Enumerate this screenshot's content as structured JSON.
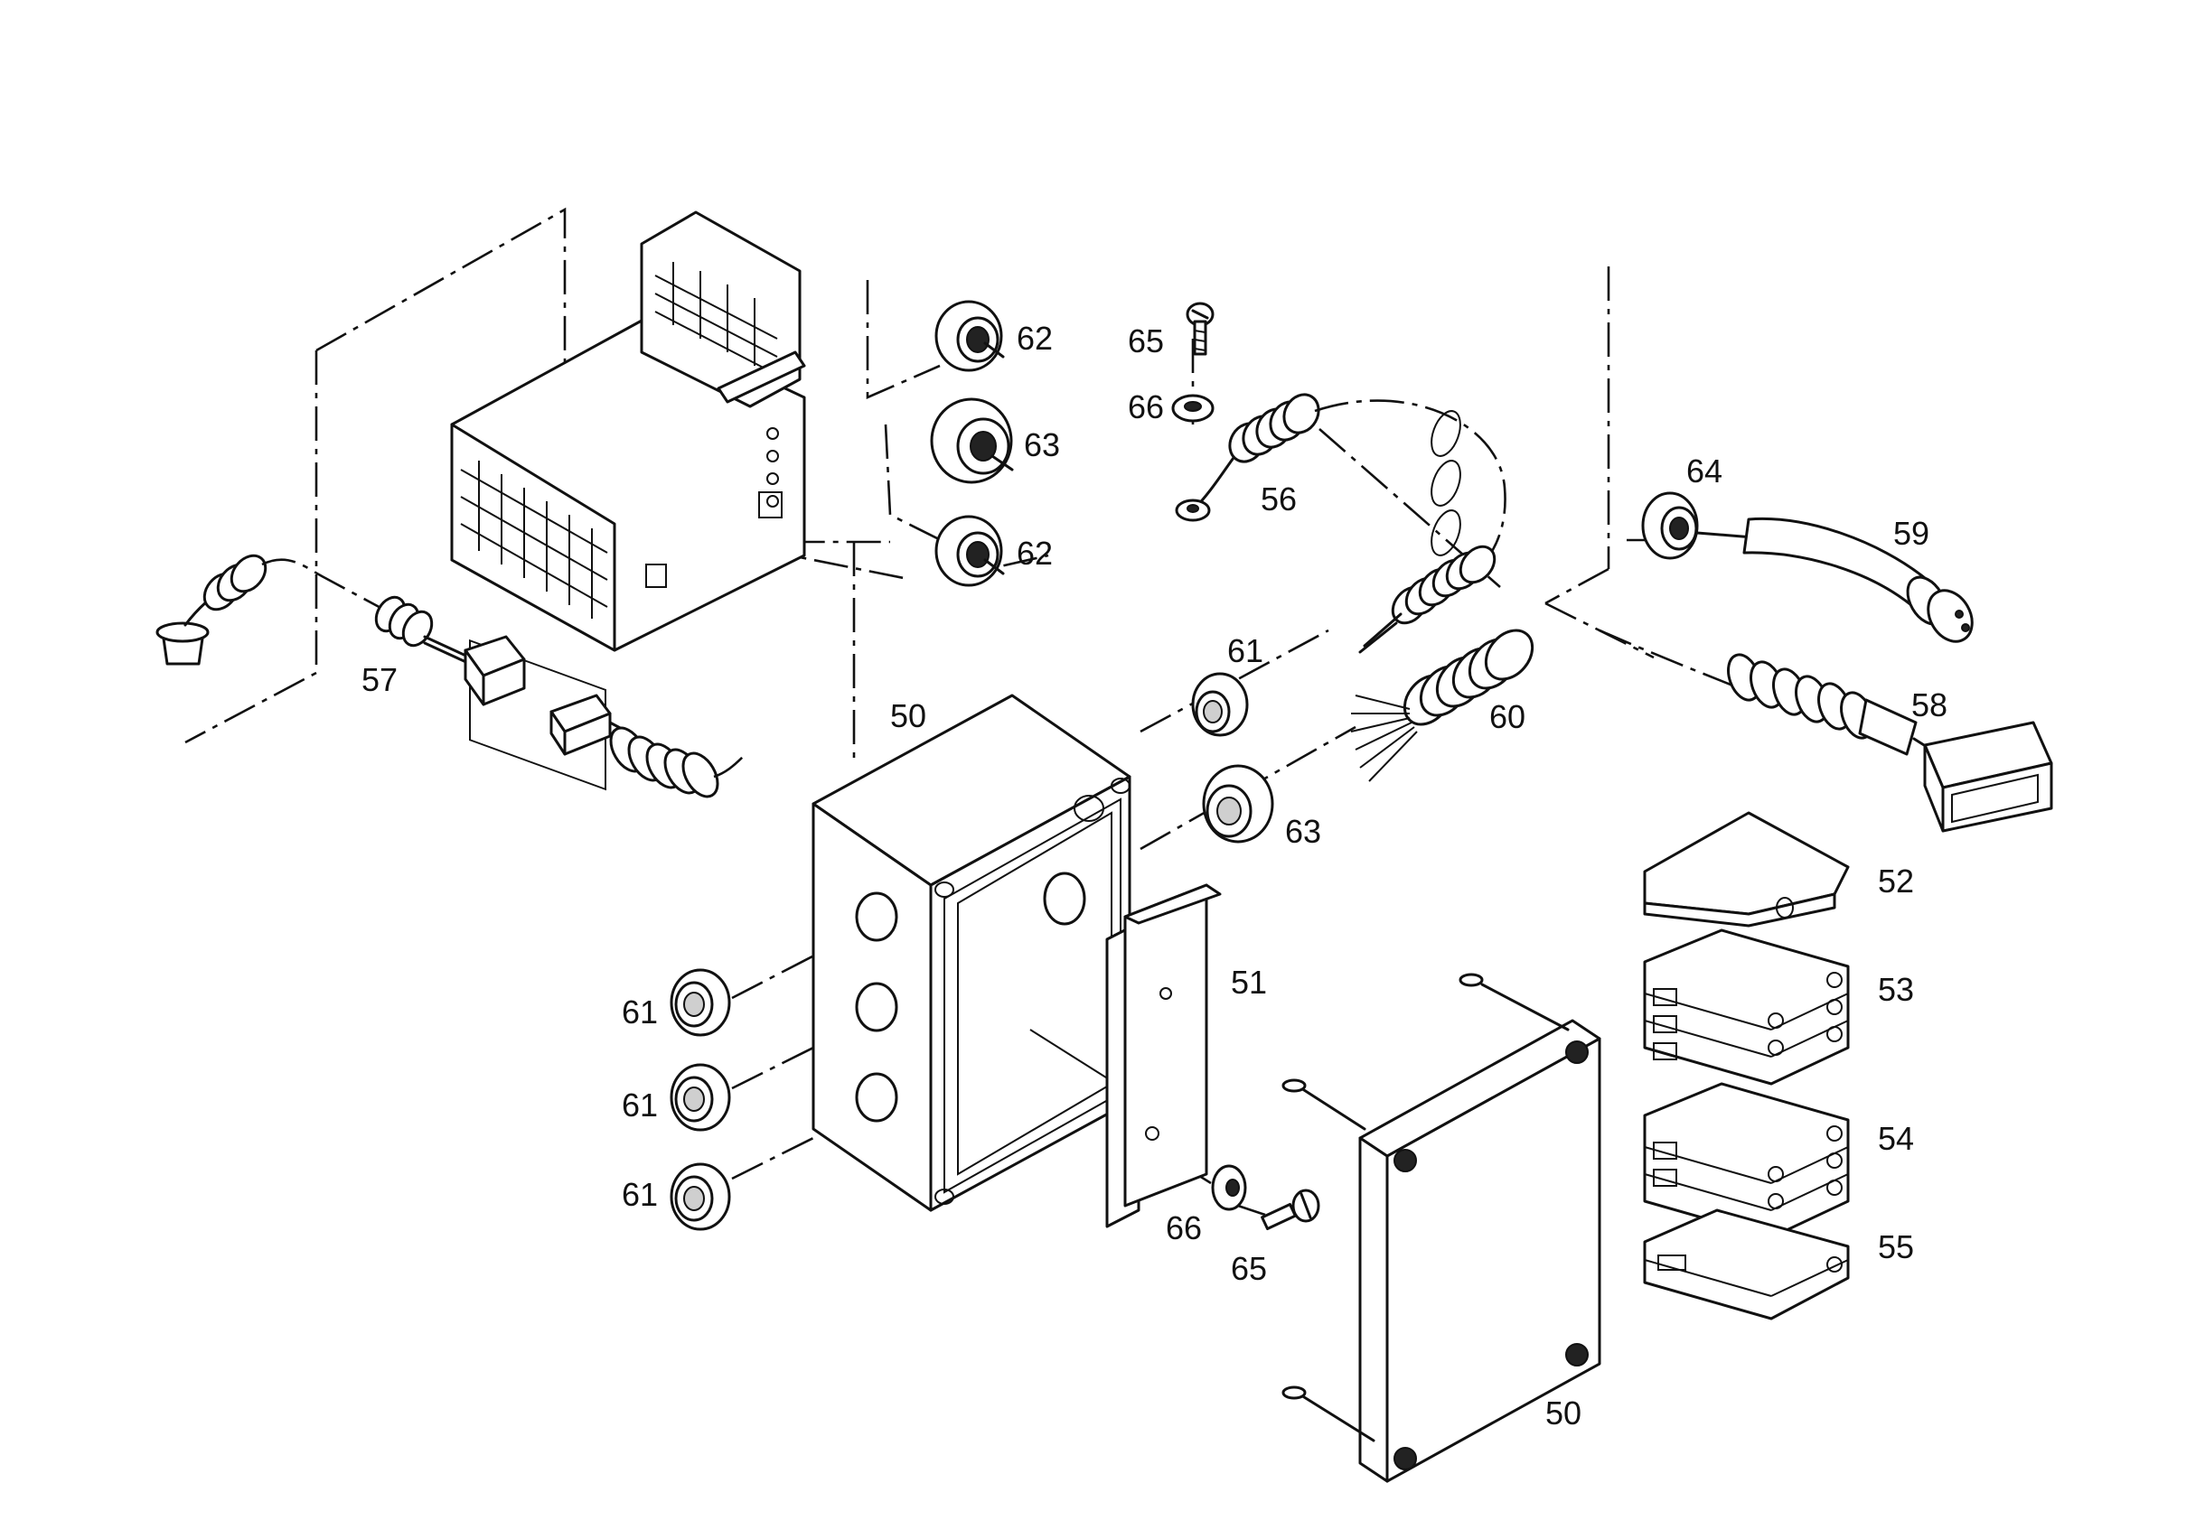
{
  "labels": {
    "l50a": "50",
    "l50b": "50",
    "l51": "51",
    "l52": "52",
    "l53": "53",
    "l54": "54",
    "l55": "55",
    "l56": "56",
    "l57": "57",
    "l58": "58",
    "l59": "59",
    "l60": "60",
    "l61a": "61",
    "l61b": "61",
    "l61c": "61",
    "l61d": "61",
    "l62a": "62",
    "l62b": "62",
    "l63a": "63",
    "l63b": "63",
    "l64": "64",
    "l65a": "65",
    "l65b": "65",
    "l66a": "66",
    "l66b": "66"
  }
}
